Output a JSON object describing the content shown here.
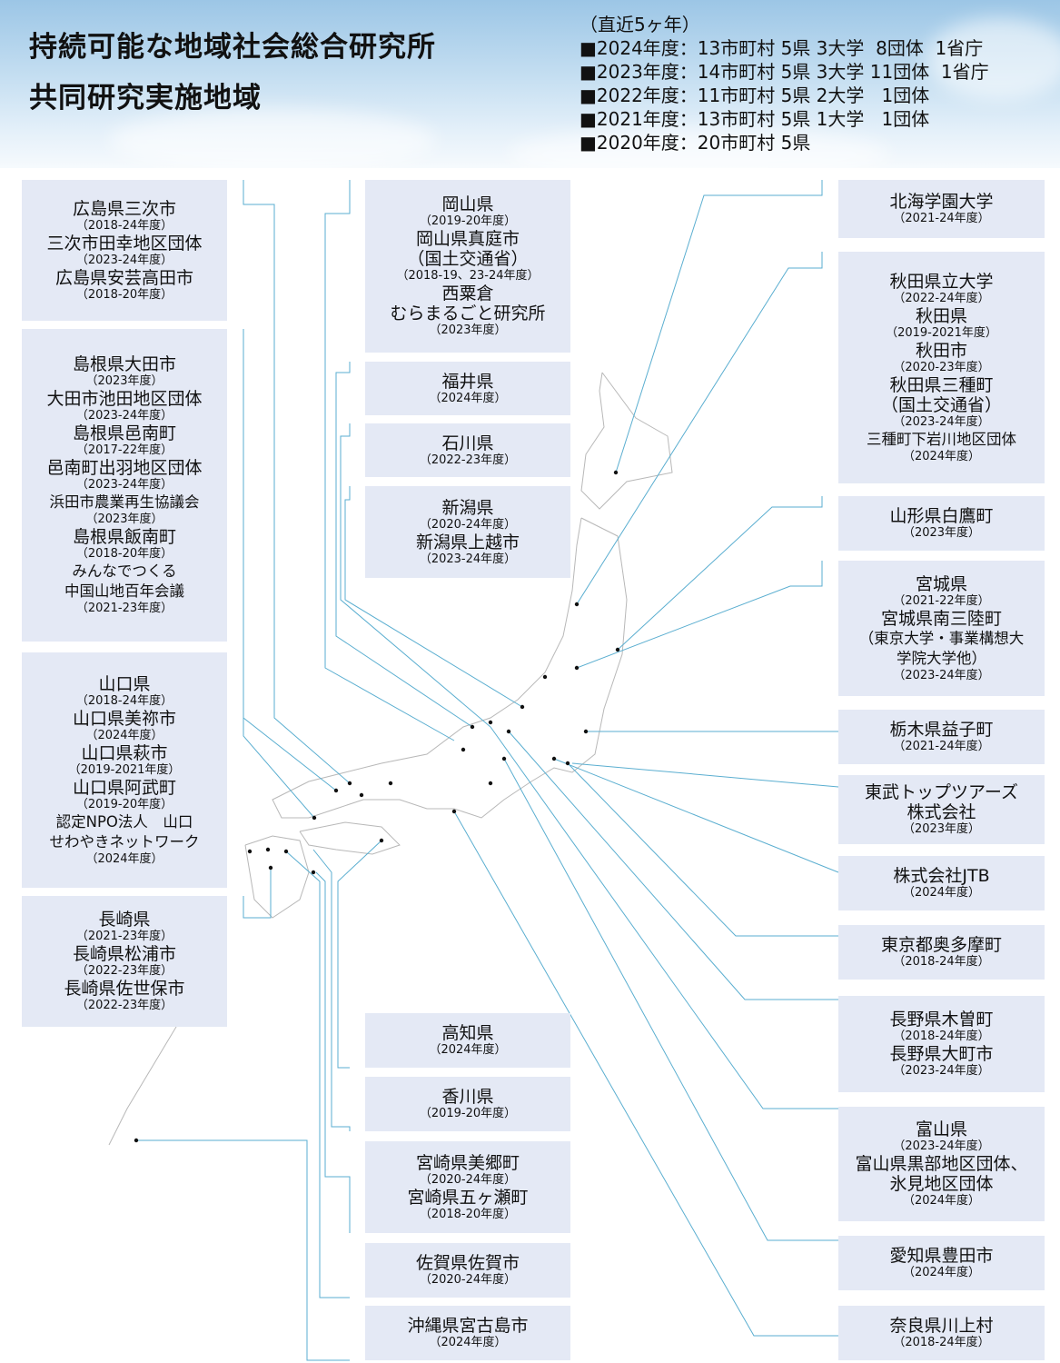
{
  "header": {
    "title_line1": "持続可能な地域社会総合研究所",
    "title_line2": "共同研究実施地域",
    "stats_heading": "（直近5ヶ年）",
    "stats": [
      "■2024年度：13市町村 5県 3大学  8団体  1省庁",
      "■2023年度：14市町村 5県 3大学 11団体  1省庁",
      "■2022年度：11市町村 5県 2大学   1団体",
      "■2021年度：13市町村 5県 1大学   1団体",
      "■2020年度：20市町村 5県"
    ]
  },
  "boxes": [
    {
      "id": "hiroshima",
      "lines": [
        [
          "n",
          "広島県三次市"
        ],
        [
          "y",
          "（2018-24年度）"
        ],
        [
          "n",
          "三次市田幸地区団体"
        ],
        [
          "y",
          "（2023-24年度）"
        ],
        [
          "n",
          "広島県安芸高田市"
        ],
        [
          "y",
          "（2018-20年度）"
        ]
      ]
    },
    {
      "id": "shimane",
      "lines": [
        [
          "n",
          "島根県大田市"
        ],
        [
          "y",
          "（2023年度）"
        ],
        [
          "n",
          "大田市池田地区団体"
        ],
        [
          "y",
          "（2023-24年度）"
        ],
        [
          "n",
          "島根県邑南町"
        ],
        [
          "y",
          "（2017-22年度）"
        ],
        [
          "n",
          "邑南町出羽地区団体"
        ],
        [
          "y",
          "（2023-24年度）"
        ],
        [
          "s",
          "浜田市農業再生協議会"
        ],
        [
          "y",
          "（2023年度）"
        ],
        [
          "n",
          "島根県飯南町"
        ],
        [
          "y",
          "（2018-20年度）"
        ],
        [
          "s",
          "みんなでつくる"
        ],
        [
          "s",
          "中国山地百年会議"
        ],
        [
          "y",
          "（2021-23年度）"
        ]
      ]
    },
    {
      "id": "yamaguchi",
      "lines": [
        [
          "n",
          "山口県"
        ],
        [
          "y",
          "（2018-24年度）"
        ],
        [
          "n",
          "山口県美祢市"
        ],
        [
          "y",
          "（2024年度）"
        ],
        [
          "n",
          "山口県萩市"
        ],
        [
          "y",
          "（2019-2021年度）"
        ],
        [
          "n",
          "山口県阿武町"
        ],
        [
          "y",
          "（2019-20年度）"
        ],
        [
          "s",
          "認定NPO法人　山口"
        ],
        [
          "s",
          "せわやきネットワーク"
        ],
        [
          "y",
          "（2024年度）"
        ]
      ]
    },
    {
      "id": "nagasaki",
      "lines": [
        [
          "n",
          "長崎県"
        ],
        [
          "y",
          "（2021-23年度）"
        ],
        [
          "n",
          "長崎県松浦市"
        ],
        [
          "y",
          "（2022-23年度）"
        ],
        [
          "n",
          "長崎県佐世保市"
        ],
        [
          "y",
          "（2022-23年度）"
        ]
      ]
    },
    {
      "id": "okayama",
      "lines": [
        [
          "n",
          "岡山県"
        ],
        [
          "y",
          "（2019-20年度）"
        ],
        [
          "n",
          "岡山県真庭市"
        ],
        [
          "n",
          "（国土交通省）"
        ],
        [
          "y",
          "（2018-19、23-24年度）"
        ],
        [
          "n",
          "西粟倉"
        ],
        [
          "n",
          "むらまるごと研究所"
        ],
        [
          "y",
          "（2023年度）"
        ]
      ]
    },
    {
      "id": "fukui",
      "lines": [
        [
          "n",
          "福井県"
        ],
        [
          "y",
          "（2024年度）"
        ]
      ]
    },
    {
      "id": "ishikawa",
      "lines": [
        [
          "n",
          "石川県"
        ],
        [
          "y",
          "（2022-23年度）"
        ]
      ]
    },
    {
      "id": "niigata",
      "lines": [
        [
          "n",
          "新潟県"
        ],
        [
          "y",
          "（2020-24年度）"
        ],
        [
          "n",
          "新潟県上越市"
        ],
        [
          "y",
          "（2023-24年度）"
        ]
      ]
    },
    {
      "id": "kochi",
      "lines": [
        [
          "n",
          "高知県"
        ],
        [
          "y",
          "（2024年度）"
        ]
      ]
    },
    {
      "id": "kagawa",
      "lines": [
        [
          "n",
          "香川県"
        ],
        [
          "y",
          "（2019-20年度）"
        ]
      ]
    },
    {
      "id": "miyazaki",
      "lines": [
        [
          "n",
          "宮崎県美郷町"
        ],
        [
          "y",
          "（2020-24年度）"
        ],
        [
          "n",
          "宮崎県五ヶ瀬町"
        ],
        [
          "y",
          "（2018-20年度）"
        ]
      ]
    },
    {
      "id": "saga",
      "lines": [
        [
          "n",
          "佐賀県佐賀市"
        ],
        [
          "y",
          "（2020-24年度）"
        ]
      ]
    },
    {
      "id": "okinawa",
      "lines": [
        [
          "n",
          "沖縄県宮古島市"
        ],
        [
          "y",
          "（2024年度）"
        ]
      ]
    },
    {
      "id": "hokkaido",
      "lines": [
        [
          "n",
          "北海学園大学"
        ],
        [
          "y",
          "（2021-24年度）"
        ]
      ]
    },
    {
      "id": "akita",
      "lines": [
        [
          "n",
          "秋田県立大学"
        ],
        [
          "y",
          "（2022-24年度）"
        ],
        [
          "n",
          "秋田県"
        ],
        [
          "y",
          "（2019-2021年度）"
        ],
        [
          "n",
          "秋田市"
        ],
        [
          "y",
          "（2020-23年度）"
        ],
        [
          "n",
          "秋田県三種町"
        ],
        [
          "n",
          "（国土交通省）"
        ],
        [
          "y",
          "（2023-24年度）"
        ],
        [
          "s",
          "三種町下岩川地区団体"
        ],
        [
          "y",
          "（2024年度）"
        ]
      ]
    },
    {
      "id": "yamagata",
      "lines": [
        [
          "n",
          "山形県白鷹町"
        ],
        [
          "y",
          "（2023年度）"
        ]
      ]
    },
    {
      "id": "miyagi",
      "lines": [
        [
          "n",
          "宮城県"
        ],
        [
          "y",
          "（2021-22年度）"
        ],
        [
          "n",
          "宮城県南三陸町"
        ],
        [
          "s",
          "（東京大学・事業構想大"
        ],
        [
          "s",
          "学院大学他）"
        ],
        [
          "y",
          "（2023-24年度）"
        ]
      ]
    },
    {
      "id": "tochigi",
      "lines": [
        [
          "n",
          "栃木県益子町"
        ],
        [
          "y",
          "（2021-24年度）"
        ]
      ]
    },
    {
      "id": "tobu",
      "lines": [
        [
          "n",
          "東武トップツアーズ"
        ],
        [
          "n",
          "株式会社"
        ],
        [
          "y",
          "（2023年度）"
        ]
      ]
    },
    {
      "id": "jtb",
      "lines": [
        [
          "n",
          "株式会社JTB"
        ],
        [
          "y",
          "（2024年度）"
        ]
      ]
    },
    {
      "id": "okutama",
      "lines": [
        [
          "n",
          "東京都奥多摩町"
        ],
        [
          "y",
          "（2018-24年度）"
        ]
      ]
    },
    {
      "id": "nagano",
      "lines": [
        [
          "n",
          "長野県木曽町"
        ],
        [
          "y",
          "（2018-24年度）"
        ],
        [
          "n",
          "長野県大町市"
        ],
        [
          "y",
          "（2023-24年度）"
        ]
      ]
    },
    {
      "id": "toyama",
      "lines": [
        [
          "n",
          "富山県"
        ],
        [
          "y",
          "（2023-24年度）"
        ],
        [
          "n",
          "富山県黒部地区団体、"
        ],
        [
          "n",
          "氷見地区団体"
        ],
        [
          "y",
          "（2024年度）"
        ]
      ]
    },
    {
      "id": "aichi",
      "lines": [
        [
          "n",
          "愛知県豊田市"
        ],
        [
          "y",
          "（2024年度）"
        ]
      ]
    },
    {
      "id": "nara",
      "lines": [
        [
          "n",
          "奈良県川上村"
        ],
        [
          "y",
          "（2018-24年度）"
        ]
      ]
    }
  ],
  "colors": {
    "box_bg": "#e4e9f5",
    "connector": "#5aaed0",
    "map_outline": "#b8b8b8"
  }
}
